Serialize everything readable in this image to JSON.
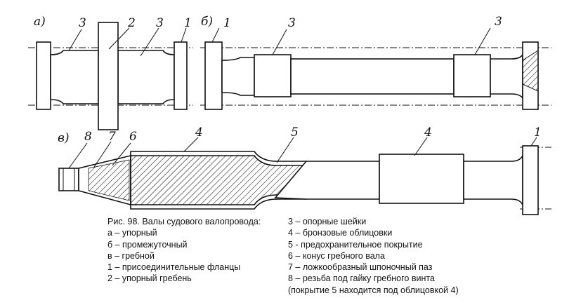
{
  "figure": {
    "views": {
      "a": "а)",
      "b": "б)",
      "v": "в)"
    },
    "callouts_a": [
      "3",
      "2",
      "3",
      "1"
    ],
    "callouts_b": [
      "1",
      "3",
      "3"
    ],
    "callouts_v": [
      "8",
      "7",
      "6",
      "4",
      "5",
      "4",
      "1"
    ]
  },
  "caption": {
    "title": "Рис. 98. Валы судового валопровода:",
    "left_items": [
      "а – упорный",
      "б – промежуточный",
      "в – гребной",
      "1 – присоединительные фланцы",
      "2 – упорный гребень"
    ],
    "right_items": [
      "3 – опорные шейки",
      "4 – бронзовые облицовки",
      "5 -  предохранительное покрытие",
      "6 – конус гребного вала",
      "7 – ложкообразный шпоночный паз",
      "8 – резьба под гайку гребного винта",
      "(покрытие 5 находится под облицовкой 4)"
    ]
  }
}
